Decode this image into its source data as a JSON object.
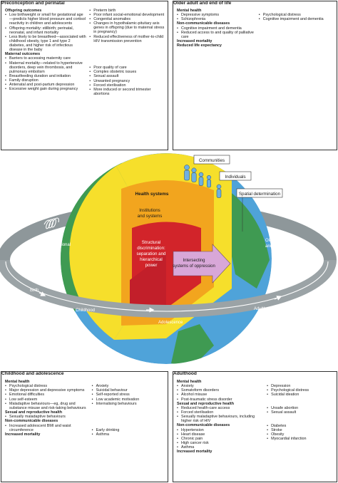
{
  "panels": {
    "preconception": {
      "title": "Preconception and perinatal",
      "col1": [
        {
          "type": "h",
          "text": "Offspring outcomes"
        },
        {
          "type": "i",
          "text": "Low birthweight or small for gestational age—predicts higher blood pressure and cortisol reactivity in children and adolescents"
        },
        {
          "type": "i",
          "text": "Offspring mortality: stillbirth; perinatal, neonatal, and infant mortality"
        },
        {
          "type": "i",
          "text": "Less likely to be breastfeed—associated with childhood obesity, type 1 and type 2 diabetes, and higher risk of infectious disease in the baby"
        },
        {
          "type": "h",
          "text": "Maternal outcomes"
        },
        {
          "type": "i",
          "text": "Barriers to accessing maternity care"
        },
        {
          "type": "i",
          "text": "Maternal mortality—related to hypertensive disorders, deep vein thrombosis, and pulmonary embolism"
        },
        {
          "type": "i",
          "text": "Breastfeeding duration and initiation"
        },
        {
          "type": "i",
          "text": "Family disruption"
        },
        {
          "type": "i",
          "text": "Antenatal and post-partum depression"
        },
        {
          "type": "i",
          "text": "Excessive weight gain during pregnancy"
        }
      ],
      "col2": [
        {
          "type": "i",
          "text": "Preterm birth"
        },
        {
          "type": "i",
          "text": "Poor infant social-emotional development"
        },
        {
          "type": "i",
          "text": "Congenital anomalies"
        },
        {
          "type": "i",
          "text": "Changes in hypothalamic-pituitary axis genes in offspring (due to maternal stress in pregnancy)"
        },
        {
          "type": "i",
          "text": "Reduced effectiveness of mother-to-child HIV transmission prevention"
        },
        {
          "type": "s",
          "text": ""
        },
        {
          "type": "s",
          "text": ""
        },
        {
          "type": "s",
          "text": ""
        },
        {
          "type": "s",
          "text": ""
        },
        {
          "type": "s",
          "text": ""
        },
        {
          "type": "i",
          "text": "Poor quality of care"
        },
        {
          "type": "i",
          "text": "Complex obstetric issues"
        },
        {
          "type": "i",
          "text": "Sexual assault"
        },
        {
          "type": "i",
          "text": "Unwanted pregnancy"
        },
        {
          "type": "i",
          "text": "Forced sterilisation"
        },
        {
          "type": "i",
          "text": "More induced or second trimester abortions"
        }
      ]
    },
    "older": {
      "title": "Older adult and end of life",
      "col1": [
        {
          "type": "h",
          "text": "Mental health"
        },
        {
          "type": "i",
          "text": "Depressive symptoms"
        },
        {
          "type": "i",
          "text": "Schizophrenia"
        },
        {
          "type": "h",
          "text": "Non-communicable diseases"
        },
        {
          "type": "i",
          "text": "Cognitive impairment and dementia"
        },
        {
          "type": "i",
          "text": "Reduced access to and quality of palliative care"
        },
        {
          "type": "h",
          "text": "Increased mortality"
        },
        {
          "type": "h",
          "text": "Reduced life expectancy"
        }
      ],
      "col2": [
        {
          "type": "s",
          "text": ""
        },
        {
          "type": "i",
          "text": "Psychological distress"
        },
        {
          "type": "i",
          "text": "Cognitive impairment and dementia"
        }
      ]
    },
    "childhood": {
      "title": "Childhood and adolescence",
      "col1": [
        {
          "type": "h",
          "text": "Mental health"
        },
        {
          "type": "i",
          "text": "Psychological distress"
        },
        {
          "type": "i",
          "text": "Major depression and depressive symptoms"
        },
        {
          "type": "i",
          "text": "Emotional difficulties"
        },
        {
          "type": "i",
          "text": "Low self-esteem"
        },
        {
          "type": "i",
          "text": "Maladaptive behaviours—eg, drug and substance misuse and risk-taking behaviours"
        },
        {
          "type": "h",
          "text": "Sexual and reproductive health"
        },
        {
          "type": "i",
          "text": "Sexually maladaptive behaviours"
        },
        {
          "type": "h",
          "text": "Non-communicable diseases"
        },
        {
          "type": "i",
          "text": "Increased adolescent BMI and waist circumference"
        },
        {
          "type": "h",
          "text": "Increased mortality"
        }
      ],
      "col2": [
        {
          "type": "s",
          "text": ""
        },
        {
          "type": "i",
          "text": "Anxiety"
        },
        {
          "type": "i",
          "text": "Suicidal behaviour"
        },
        {
          "type": "i",
          "text": "Self-reported stress"
        },
        {
          "type": "i",
          "text": "Low academic motivation"
        },
        {
          "type": "i",
          "text": "Internalising behaviours"
        },
        {
          "type": "s",
          "text": ""
        },
        {
          "type": "s",
          "text": ""
        },
        {
          "type": "s",
          "text": ""
        },
        {
          "type": "s",
          "text": ""
        },
        {
          "type": "s",
          "text": ""
        },
        {
          "type": "i",
          "text": "Early drinking"
        },
        {
          "type": "i",
          "text": "Asthma"
        }
      ]
    },
    "adulthood": {
      "title": "Adulthood",
      "col1": [
        {
          "type": "h",
          "text": "Mental health"
        },
        {
          "type": "i",
          "text": "Anxiety"
        },
        {
          "type": "i",
          "text": "Somatoform disorders"
        },
        {
          "type": "i",
          "text": "Alcohol misuse"
        },
        {
          "type": "i",
          "text": "Post-traumatic stress disorder"
        },
        {
          "type": "h",
          "text": "Sexual and reproductive health"
        },
        {
          "type": "i",
          "text": "Reduced health-care access"
        },
        {
          "type": "i",
          "text": "Forced sterilisation"
        },
        {
          "type": "i",
          "text": "Sexually maladaptive behaviours, including higher risk of HIV"
        },
        {
          "type": "h",
          "text": "Non-communicable diseases"
        },
        {
          "type": "i",
          "text": "Hypertension"
        },
        {
          "type": "i",
          "text": "Heart disease"
        },
        {
          "type": "i",
          "text": "Chronic pain"
        },
        {
          "type": "i",
          "text": "High cancer risk"
        },
        {
          "type": "i",
          "text": "Asthma"
        },
        {
          "type": "h",
          "text": "Increased mortality"
        }
      ],
      "col2": [
        {
          "type": "s",
          "text": ""
        },
        {
          "type": "i",
          "text": "Depression"
        },
        {
          "type": "i",
          "text": "Psychological distress"
        },
        {
          "type": "i",
          "text": "Suicidal ideation"
        },
        {
          "type": "s",
          "text": ""
        },
        {
          "type": "s",
          "text": ""
        },
        {
          "type": "i",
          "text": "Unsafe abortion"
        },
        {
          "type": "i",
          "text": "Sexual assault"
        },
        {
          "type": "s",
          "text": ""
        },
        {
          "type": "s",
          "text": ""
        },
        {
          "type": "i",
          "text": "Diabetes"
        },
        {
          "type": "i",
          "text": "Stroke"
        },
        {
          "type": "i",
          "text": "Obesity"
        },
        {
          "type": "i",
          "text": "Myocardial infarction"
        }
      ]
    }
  },
  "diagram": {
    "layers": {
      "health_systems": "Health systems",
      "institutions_line1": "Institutions",
      "institutions_line2": "and systems",
      "core_line1": "Structural",
      "core_line2": "discrimination:",
      "core_line3": "separation and",
      "core_line4": "hierarchical",
      "core_line5": "power"
    },
    "arrow_line1": "Intersecting",
    "arrow_line2": "systems of oppression",
    "callouts": {
      "communities": "Communities",
      "individuals": "Individuals",
      "spatial": "Spatial determination"
    },
    "ring": {
      "intergenerational_line1": "Intergenerational",
      "intergenerational_line2": "effects",
      "birth": "Birth",
      "childhood": "Childhood",
      "adolescence": "Adolescence",
      "adulthood": "Adulthood",
      "older_line1": "Older adult",
      "older_line2": "and end of life"
    },
    "colors": {
      "ocean": "#4fa3d9",
      "land": "#3f9a52",
      "ring": "#9ba3a6",
      "health_systems": "#f6df2b",
      "institutions": "#f2a51e",
      "core": "#d2242a",
      "arrow": "#d8a7d8"
    }
  }
}
